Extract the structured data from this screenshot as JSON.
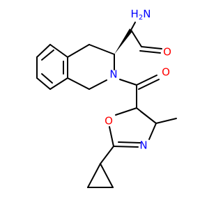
{
  "atom_labels": {
    "amide_nitrogen": {
      "symbol": "N",
      "hydrogen": "H",
      "hydrogen_count": "2"
    },
    "amide_oxygen": "O",
    "ring_nitrogen": "N",
    "carbonyl_oxygen": "O",
    "oxazole_oxygen": "O",
    "oxazole_nitrogen": "N"
  },
  "colors": {
    "bond": "#000000",
    "nitrogen": "#0000ff",
    "oxygen": "#ff0000"
  }
}
